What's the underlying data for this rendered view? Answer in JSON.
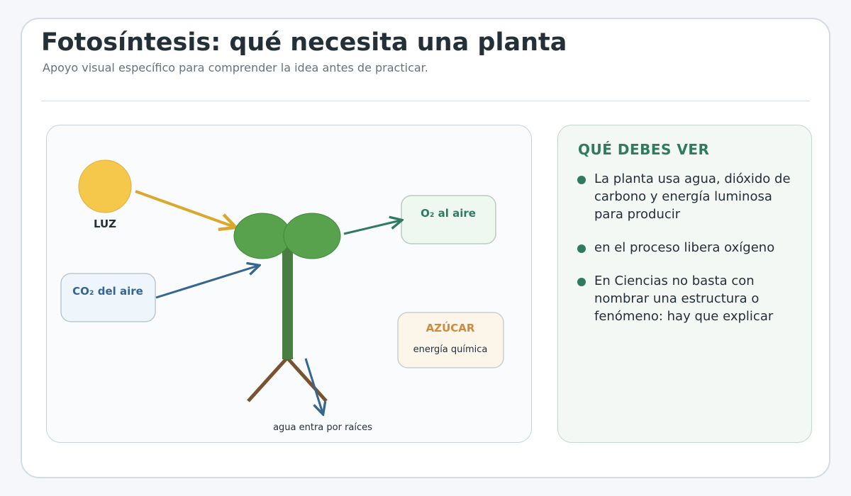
{
  "page": {
    "title": "Fotosíntesis: qué necesita una planta",
    "subtitle": "Apoyo visual específico para comprender la idea antes de practicar."
  },
  "diagram": {
    "sun_label": "LUZ",
    "co2_label": "CO₂ del aire",
    "o2_label": "O₂ al aire",
    "sugar_title": "AZÚCAR",
    "sugar_subtitle": "energía química",
    "water_label": "agua entra por raíces",
    "colors": {
      "sun": "#f5c84c",
      "light_arrow": "#d9a92d",
      "leaf": "#58a14d",
      "stem": "#4a7d41",
      "root": "#7a5230",
      "co2": "#35668f",
      "o2": "#2f7b62",
      "sugar": "#cf8a3a"
    }
  },
  "info": {
    "title": "QUÉ DEBES VER",
    "items": [
      "La planta usa agua, dióxido de carbono y energía luminosa para producir",
      "en el proceso libera oxígeno",
      "En Ciencias no basta con nombrar una estructura o fenómeno: hay que explicar"
    ]
  }
}
